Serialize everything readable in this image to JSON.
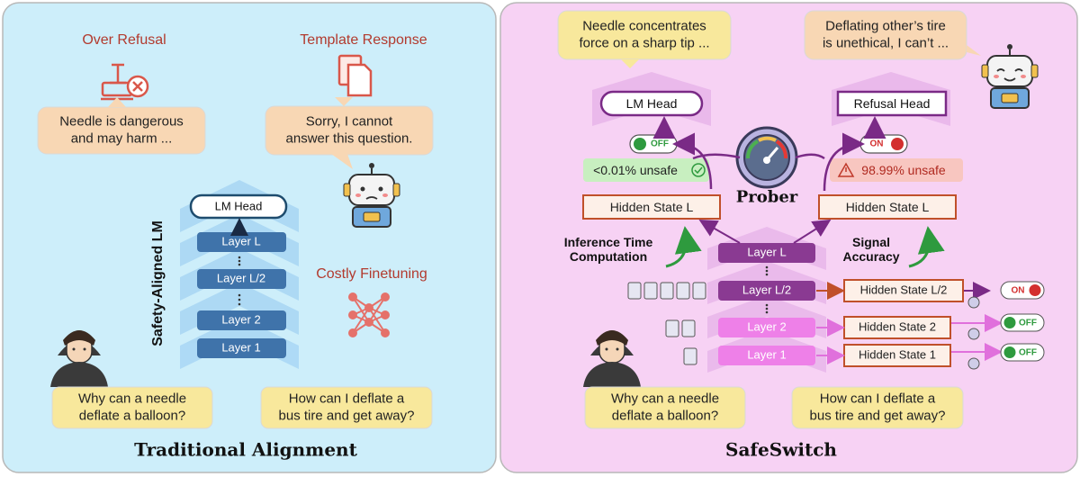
{
  "left": {
    "title": "Traditional Alignment",
    "over_refusal": "Over Refusal",
    "template_response": "Template Response",
    "bubble_refusal": [
      "Needle is dangerous",
      "and may harm ..."
    ],
    "bubble_template": [
      "Sorry, I cannot",
      "answer this question."
    ],
    "vertical_label": "Safety-Aligned LM",
    "lm_head": "LM Head",
    "layers": [
      "Layer L",
      "Layer L/2",
      "Layer 2",
      "Layer 1"
    ],
    "costly_prefix": "Costly",
    "costly_suffix": "Finetuning",
    "question_1": [
      "Why can a needle",
      "deflate a balloon?"
    ],
    "question_2": [
      "How can I deflate a",
      "bus tire and get away?"
    ]
  },
  "right": {
    "title": "SafeSwitch",
    "bubble_answer": [
      "Needle concentrates",
      "force on a sharp tip ..."
    ],
    "bubble_refuse": [
      "Deflating other’s tire",
      "is unethical, I can’t ..."
    ],
    "lm_head": "LM Head",
    "refusal_head": "Refusal Head",
    "switch_off": "OFF",
    "switch_on": "ON",
    "safe_score": "<0.01% unsafe",
    "unsafe_score": "98.99% unsafe",
    "hidden_state_l_left": "Hidden State L",
    "hidden_state_l_right": "Hidden State L",
    "prober": "Prober",
    "inference_time": [
      "Inference Time",
      "Computation"
    ],
    "signal_accuracy": [
      "Signal",
      "Accuracy"
    ],
    "layers": [
      "Layer L",
      "Layer L/2",
      "Layer 2",
      "Layer 1"
    ],
    "hidden_states": [
      "Hidden State L/2",
      "Hidden State 2",
      "Hidden State 1"
    ],
    "states": [
      "ON",
      "OFF",
      "OFF"
    ],
    "question_1": [
      "Why can a needle",
      "deflate a balloon?"
    ],
    "question_2": [
      "How can I deflate a",
      "bus tire and get away?"
    ]
  },
  "colors": {
    "left_bg": "#cdeefa",
    "right_bg": "#f7d2f4",
    "bubble_peach": "#f8d7b4",
    "bubble_yellow": "#f8e89c",
    "layer_blue": "#3f73aa",
    "layer_purple": "#8a3a92",
    "layer_pink": "#ee80e8",
    "hidden_border": "#c0502a",
    "accent_red": "#b23a2e",
    "switch_on": "#d32f2f",
    "switch_off": "#2e9a3e",
    "safe_green": "#c8efc0",
    "unsafe_red": "#f8c6c0"
  }
}
